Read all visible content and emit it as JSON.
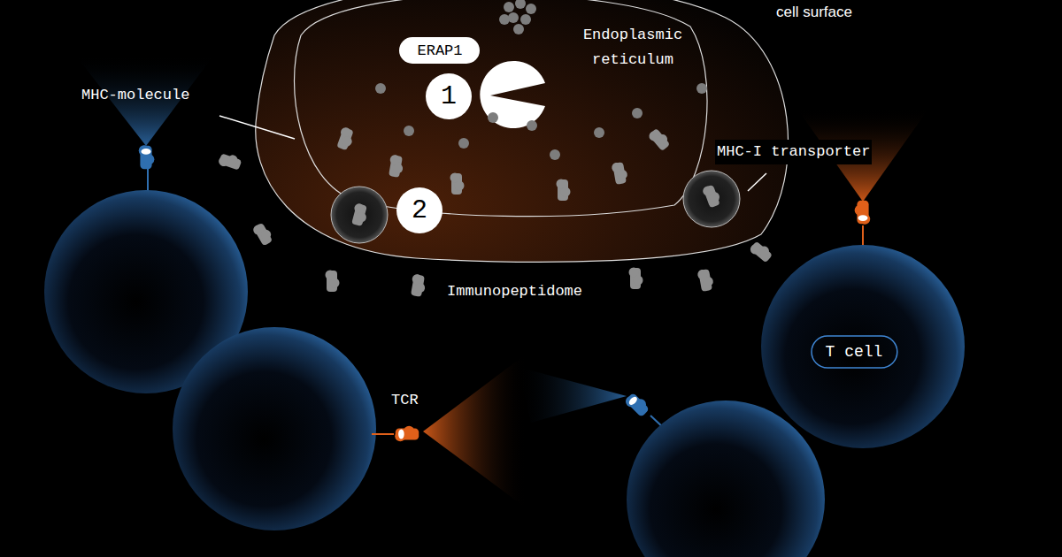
{
  "diagram": {
    "nodes": [
      {
        "text": [
          "ERAP1"
        ]
      },
      {
        "text": [
          "1"
        ]
      },
      {
        "text": [
          "2"
        ]
      },
      {
        "text": [
          "T cell"
        ]
      }
    ],
    "labels": [
      "MHC-molecule",
      "Endoplasmic reticulum",
      "cell surface",
      "MHC-I transporter",
      "Immunopeptidome",
      "TCR"
    ]
  }
}
